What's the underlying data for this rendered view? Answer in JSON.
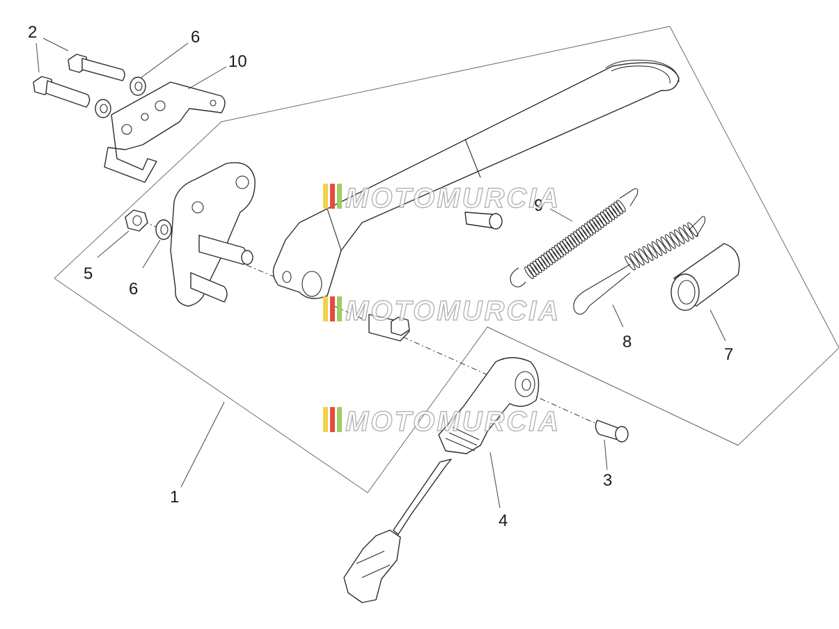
{
  "callouts": {
    "c1": "1",
    "c2": "2",
    "c3": "3",
    "c4": "4",
    "c5": "5",
    "c6a": "6",
    "c6b": "6",
    "c7": "7",
    "c8": "8",
    "c9": "9",
    "c10": "10"
  },
  "watermark": {
    "text": "MOTOMURCIA",
    "stripe_colors": [
      "#f2d24b",
      "#e84b3c",
      "#9ccf63"
    ]
  }
}
